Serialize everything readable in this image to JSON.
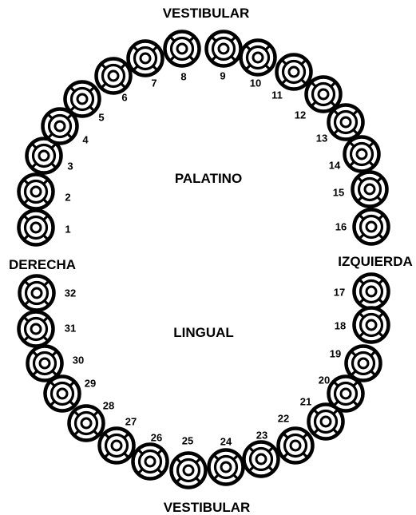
{
  "labels": {
    "top": "VESTIBULAR",
    "bottom": "VESTIBULAR",
    "upper_center": "PALATINO",
    "lower_center": "LINGUAL",
    "left": "DERECHA",
    "right": "IZQUIERDA"
  },
  "teeth": [
    {
      "number": "1",
      "arch": "upper"
    },
    {
      "number": "2",
      "arch": "upper"
    },
    {
      "number": "3",
      "arch": "upper"
    },
    {
      "number": "4",
      "arch": "upper"
    },
    {
      "number": "5",
      "arch": "upper"
    },
    {
      "number": "6",
      "arch": "upper"
    },
    {
      "number": "7",
      "arch": "upper"
    },
    {
      "number": "8",
      "arch": "upper"
    },
    {
      "number": "9",
      "arch": "upper"
    },
    {
      "number": "10",
      "arch": "upper"
    },
    {
      "number": "11",
      "arch": "upper"
    },
    {
      "number": "12",
      "arch": "upper"
    },
    {
      "number": "13",
      "arch": "upper"
    },
    {
      "number": "14",
      "arch": "upper"
    },
    {
      "number": "15",
      "arch": "upper"
    },
    {
      "number": "16",
      "arch": "upper"
    },
    {
      "number": "17",
      "arch": "lower"
    },
    {
      "number": "18",
      "arch": "lower"
    },
    {
      "number": "19",
      "arch": "lower"
    },
    {
      "number": "20",
      "arch": "lower"
    },
    {
      "number": "21",
      "arch": "lower"
    },
    {
      "number": "22",
      "arch": "lower"
    },
    {
      "number": "23",
      "arch": "lower"
    },
    {
      "number": "24",
      "arch": "lower"
    },
    {
      "number": "25",
      "arch": "lower"
    },
    {
      "number": "26",
      "arch": "lower"
    },
    {
      "number": "27",
      "arch": "lower"
    },
    {
      "number": "28",
      "arch": "lower"
    },
    {
      "number": "29",
      "arch": "lower"
    },
    {
      "number": "30",
      "arch": "lower"
    },
    {
      "number": "31",
      "arch": "lower"
    },
    {
      "number": "32",
      "arch": "lower"
    }
  ],
  "colors": {
    "stroke": "#000000",
    "background": "#ffffff"
  }
}
